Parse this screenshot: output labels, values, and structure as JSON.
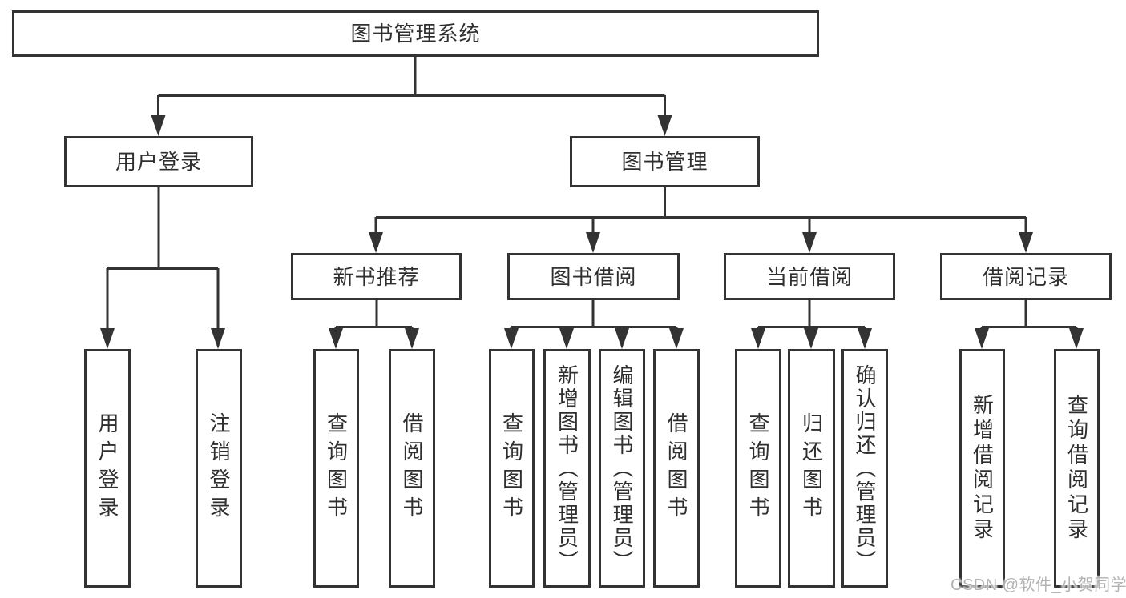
{
  "colors": {
    "line": "#333333",
    "text": "#2f2f2f",
    "background": "#ffffff",
    "watermark_text": "#b3b3b3"
  },
  "watermark": "CSDN @软件_小贺同学",
  "nodes": {
    "root": "图书管理系统",
    "level2": [
      "用户登录",
      "图书管理"
    ],
    "level3": [
      "新书推荐",
      "图书借阅",
      "当前借阅",
      "借阅记录"
    ],
    "login_children": [
      "用户登录",
      "注销登录"
    ],
    "recommend_children": [
      "查询图书",
      "借阅图书"
    ],
    "borrow_children": [
      "查询图书",
      "新增图书（管理员）",
      "编辑图书（管理员）",
      "借阅图书"
    ],
    "current_children": [
      "查询图书",
      "归还图书",
      "确认归还（管理员）"
    ],
    "record_children": [
      "新增借阅记录",
      "查询借阅记录"
    ]
  }
}
